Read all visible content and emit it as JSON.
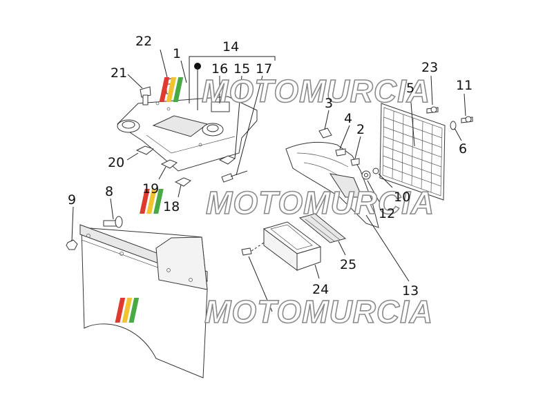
{
  "callouts": {
    "c1": "1",
    "c2": "2",
    "c3": "3",
    "c4": "4",
    "c5": "5",
    "c6": "6",
    "c8": "8",
    "c9": "9",
    "c10": "10",
    "c11": "11",
    "c12": "12",
    "c13": "13",
    "c14": "14",
    "c15": "15",
    "c16": "16",
    "c17": "17",
    "c18": "18",
    "c19": "19",
    "c20": "20",
    "c21": "21",
    "c22": "22",
    "c23": "23",
    "c24": "24",
    "c25": "25"
  },
  "watermark": {
    "text": "MOTOMURCIA"
  },
  "colors": {
    "stripe_red": "#e03a2f",
    "stripe_yellow": "#f2c230",
    "stripe_green": "#49a942"
  }
}
